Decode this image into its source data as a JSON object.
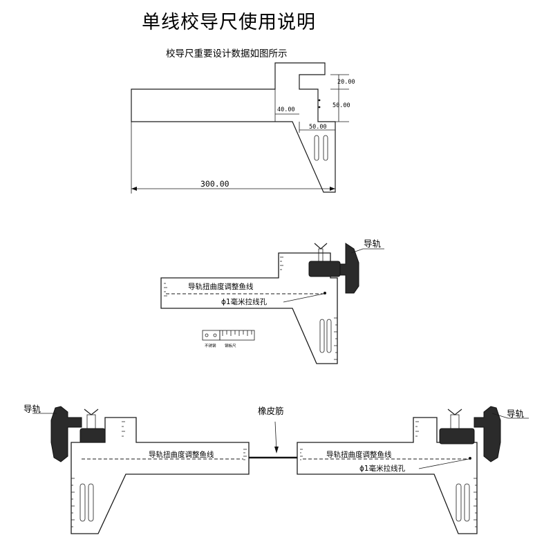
{
  "title": "单线校导尺使用说明",
  "subtitle": "校导尺重要设计数据如图所示",
  "dimensions": {
    "d_20": "20.00",
    "d_40": "40.00",
    "d_50_vertical": "50.00",
    "d_50_horizontal": "50.00",
    "d_300": "300.00"
  },
  "labels": {
    "rail": "导轨",
    "rail_twist_line": "导轨扭曲度调整鱼线",
    "hole_1mm": "ϕ1毫米拉线孔",
    "stainless": "不锈钢",
    "steel_ruler": "钢板尺",
    "rubber_band": "橡皮筋"
  }
}
